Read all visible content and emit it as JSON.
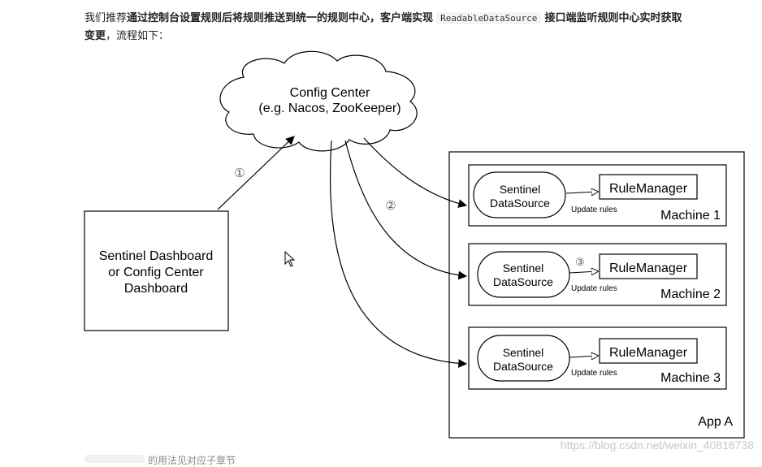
{
  "intro": {
    "line1_normal_a": "我们推荐",
    "line1_bold_a": "通过控制台设置规则后将规则推送到统一的规则中心，客户端实现",
    "code_label": "ReadableDataSource",
    "line1_bold_b": "接口端监听规则中心实时获取",
    "line2_bold": "变更",
    "line2_normal": "，流程如下："
  },
  "config_center": {
    "line1": "Config Center",
    "line2": "(e.g. Nacos, ZooKeeper)"
  },
  "dashboard": {
    "line1": "Sentinel Dashboard",
    "line2": "or Config Center",
    "line3": "Dashboard"
  },
  "steps": {
    "step1": "①",
    "step2": "②",
    "step3": "③"
  },
  "app": {
    "label": "App A",
    "machines": [
      {
        "name": "Machine 1",
        "datasource_line1": "Sentinel",
        "datasource_line2": "DataSource",
        "rule_manager": "RuleManager",
        "update_label": "Update rules"
      },
      {
        "name": "Machine 2",
        "datasource_line1": "Sentinel",
        "datasource_line2": "DataSource",
        "rule_manager": "RuleManager",
        "update_label": "Update rules"
      },
      {
        "name": "Machine 3",
        "datasource_line1": "Sentinel",
        "datasource_line2": "DataSource",
        "rule_manager": "RuleManager",
        "update_label": "Update rules"
      }
    ]
  },
  "watermark": "https://blog.csdn.net/weixin_40816738",
  "footer_text": "的用法见对应子章节"
}
